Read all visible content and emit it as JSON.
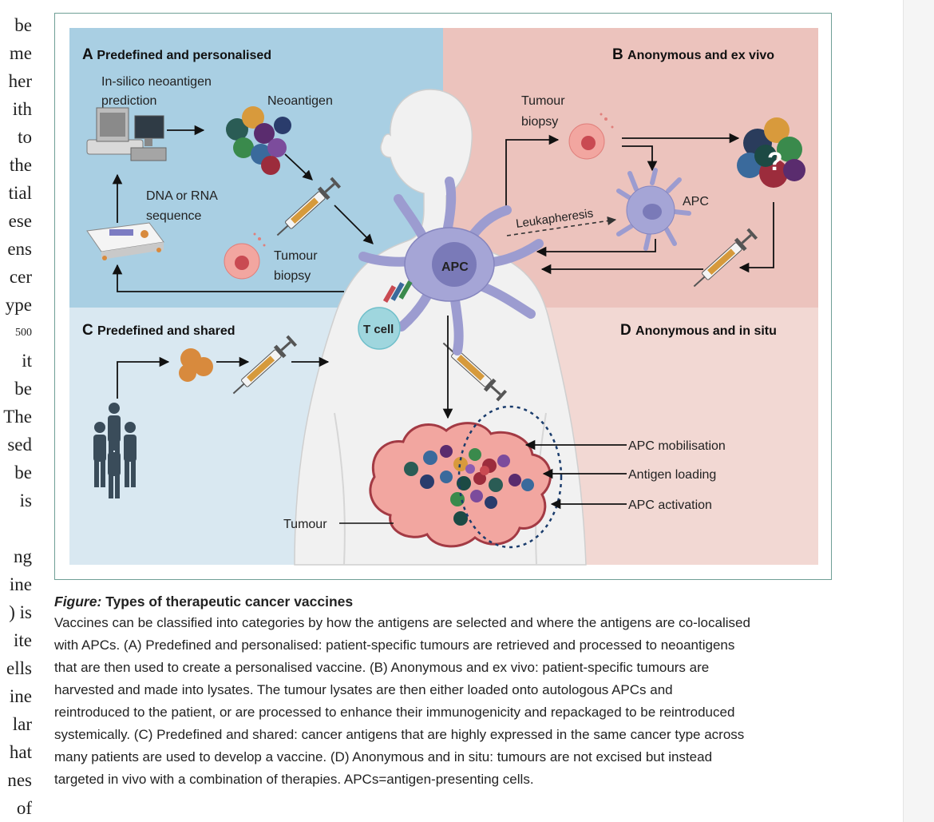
{
  "left_column_fragments": [
    "be",
    "me",
    "her",
    "ith",
    "to",
    "the",
    "tial",
    "ese",
    "ens",
    "cer",
    "ype",
    "500",
    "it",
    "be",
    "The",
    "sed",
    "be",
    "is",
    "",
    "ng",
    "ine",
    ") is",
    "ite",
    "ells",
    "ine",
    "lar",
    "hat",
    "nes",
    "of"
  ],
  "figure": {
    "panel_a": {
      "letter": "A",
      "title": "Predefined and personalised"
    },
    "panel_b": {
      "letter": "B",
      "title": "Anonymous and ex vivo"
    },
    "panel_c": {
      "letter": "C",
      "title": "Predefined and shared"
    },
    "panel_d": {
      "letter": "D",
      "title": "Anonymous and in situ"
    },
    "labels": {
      "in_silico_1": "In-silico neoantigen",
      "in_silico_2": "prediction",
      "neoantigen": "Neoantigen",
      "dna_1": "DNA or RNA",
      "dna_2": "sequence",
      "tumour_biopsy_a_1": "Tumour",
      "tumour_biopsy_a_2": "biopsy",
      "tumour_biopsy_b_1": "Tumour",
      "tumour_biopsy_b_2": "biopsy",
      "apc_center": "APC",
      "apc_b": "APC",
      "leukapheresis": "Leukapheresis",
      "t_cell": "T cell",
      "question_mark": "?",
      "apc_mobilisation": "APC mobilisation",
      "antigen_loading": "Antigen loading",
      "apc_activation": "APC activation",
      "tumour": "Tumour"
    },
    "colors": {
      "panel_a": "#a9cfe3",
      "panel_b": "#ecc3bd",
      "panel_c": "#d9e8f1",
      "panel_d": "#f2d8d3",
      "body": "#f1f1f1",
      "apc": "#9c9cd0",
      "tcell": "#9fd6de",
      "tumour": "#f2a6a0"
    }
  },
  "caption": {
    "label": "Figure:",
    "title": "Types of therapeutic cancer vaccines",
    "lines": [
      "Vaccines can be classified into categories by how the antigens are selected and where the antigens are co-localised",
      "with APCs. (A) Predefined and personalised: patient-specific tumours are retrieved and processed to neoantigens",
      "that are then used to create a personalised vaccine. (B) Anonymous and ex vivo: patient-specific tumours are",
      "harvested and made into lysates. The tumour lysates are then either loaded onto autologous APCs and",
      "reintroduced to the patient, or are processed to enhance their immunogenicity and repackaged to be reintroduced",
      "systemically. (C) Predefined and shared: cancer antigens that are highly expressed in the same cancer type across",
      "many patients are used to develop a vaccine. (D) Anonymous and in situ: tumours are not excised but instead",
      "targeted in vivo with a combination of therapies. APCs=antigen-presenting cells."
    ]
  }
}
